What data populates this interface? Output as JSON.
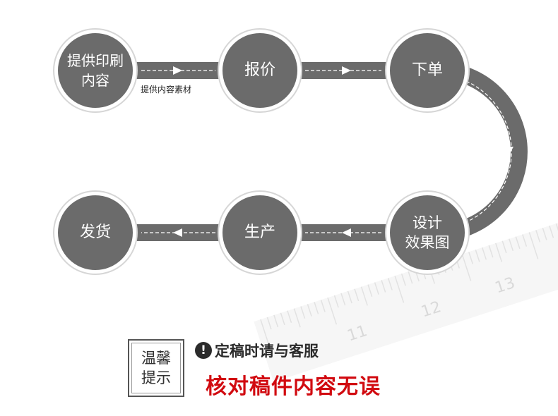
{
  "nodes": [
    {
      "id": "content",
      "label": "提供印刷\n内容"
    },
    {
      "id": "quote",
      "label": "报价"
    },
    {
      "id": "order",
      "label": "下单"
    },
    {
      "id": "design",
      "label": "设计\n效果图"
    },
    {
      "id": "produce",
      "label": "生产"
    },
    {
      "id": "ship",
      "label": "发货"
    }
  ],
  "edges": [
    {
      "from": "content",
      "to": "quote",
      "label": "提供内容素材"
    },
    {
      "from": "quote",
      "to": "order",
      "label": ""
    },
    {
      "from": "order",
      "to": "design",
      "label": ""
    },
    {
      "from": "design",
      "to": "produce",
      "label": ""
    },
    {
      "from": "produce",
      "to": "ship",
      "label": ""
    }
  ],
  "ruler": {
    "marks": [
      "11",
      "12",
      "13"
    ]
  },
  "tip": {
    "box_label": "温馨\n提示",
    "icon": "exclamation-circle-icon",
    "line1": "定稿时请与客服",
    "line2": "核对稿件内容无误"
  },
  "colors": {
    "node": "#6b6b6b",
    "track": "#6b6b6b",
    "accent_text": "#d10a10"
  }
}
